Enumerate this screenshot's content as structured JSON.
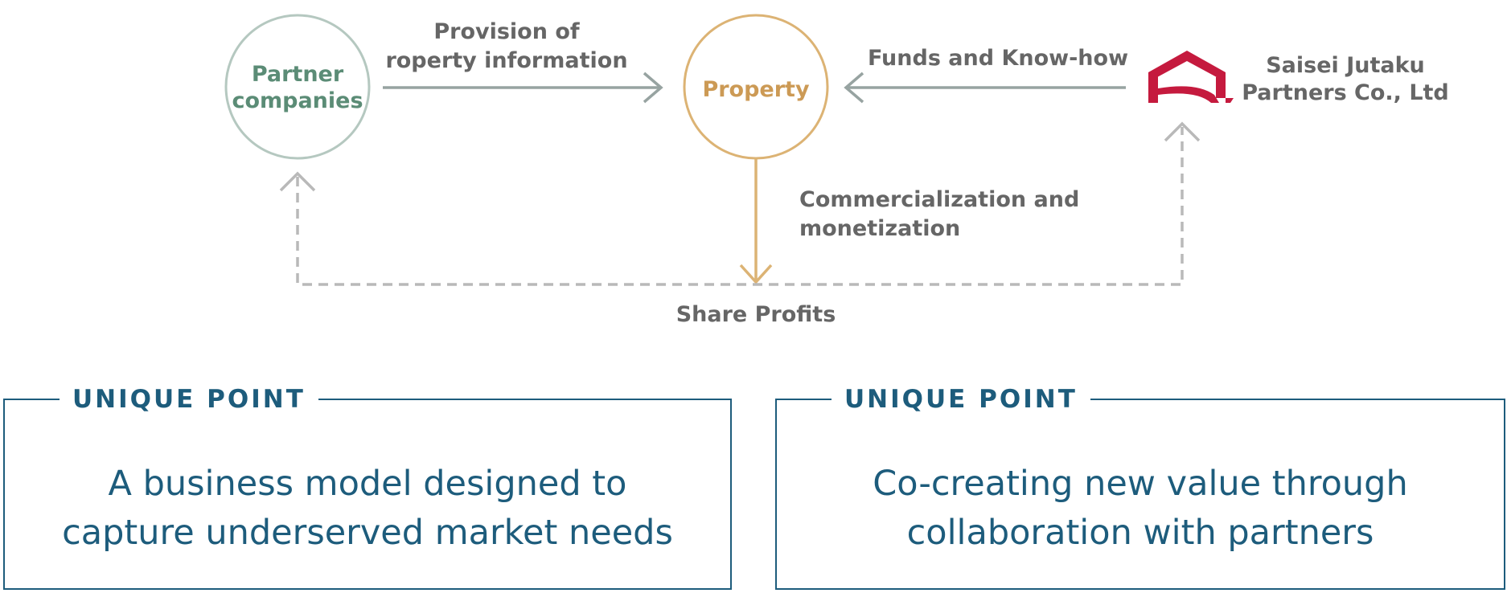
{
  "diagram": {
    "nodes": {
      "partner": {
        "line1": "Partner",
        "line2": "companies"
      },
      "property": {
        "label": "Property"
      },
      "saisei": {
        "line1": "Saisei Jutaku",
        "line2": "Partners Co., Ltd"
      }
    },
    "edges": {
      "provision": {
        "line1": "Provision of",
        "line2": "roperty information"
      },
      "funds": {
        "label": "Funds and Know-how"
      },
      "commercialization": {
        "line1": "Commercialization and",
        "line2": "monetization"
      },
      "share": {
        "label": "Share Profits"
      }
    },
    "colors": {
      "partner_circle": "#b5c8c0",
      "partner_text": "#5b8c76",
      "property_circle": "#dcb374",
      "property_text": "#cc9a55",
      "solid_arrow": "#97a3a1",
      "dashed_arrow": "#b9b9b9",
      "label_text": "#666666",
      "logo": "#c51a3e",
      "panel": "#1d5c7c"
    }
  },
  "panels": [
    {
      "heading": "UNIQUE POINT",
      "line1": "A business model designed to",
      "line2": "capture underserved market needs"
    },
    {
      "heading": "UNIQUE POINT",
      "line1": "Co-creating new value through",
      "line2": "collaboration with partners"
    }
  ]
}
